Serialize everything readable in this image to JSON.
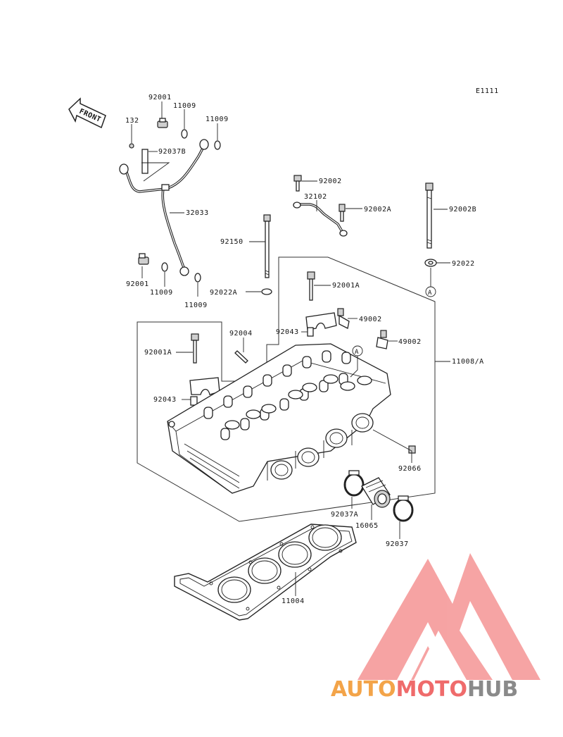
{
  "diagram_code": "E1111",
  "front_label": "FRONT",
  "circle_ref": "A",
  "labels": {
    "p92001_top": "92001",
    "p11009_a": "11009",
    "p11009_b": "11009",
    "p132": "132",
    "p92037B": "92037B",
    "p32033": "32033",
    "p92001_low": "92001",
    "p11009_c": "11009",
    "p11009_d": "11009",
    "p92002": "92002",
    "p32102": "32102",
    "p92002A": "92002A",
    "p92002B": "92002B",
    "p92150": "92150",
    "p92022": "92022",
    "p92022A": "92022A",
    "p92001A_r": "92001A",
    "p49002_a": "49002",
    "p49002_b": "49002",
    "p92004": "92004",
    "p92043_r": "92043",
    "p92001A_l": "92001A",
    "p11008A": "11008/A",
    "p92043_l": "92043",
    "p92066": "92066",
    "p92037A": "92037A",
    "p16065": "16065",
    "p92037": "92037",
    "p11004": "11004"
  },
  "watermark": {
    "part1": "AUTO",
    "part2": "MOTO",
    "part3": "HUB",
    "colors": {
      "orange": "#f3a449",
      "red": "#ef6b6b",
      "gray": "#8a8a8a",
      "logo": "#f48a8a"
    }
  }
}
